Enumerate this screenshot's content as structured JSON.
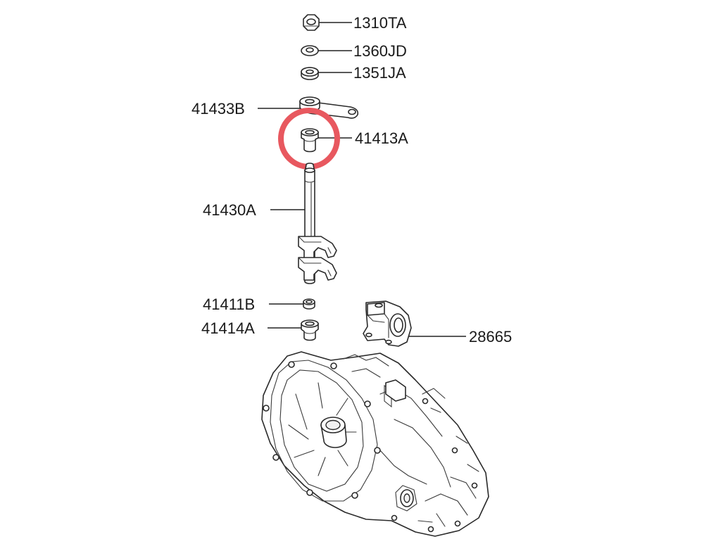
{
  "diagram": {
    "highlight_color": "#e8585f",
    "highlighted_part": "41413A",
    "labels": {
      "p1310TA": "1310TA",
      "p1360JD": "1360JD",
      "p1351JA": "1351JA",
      "p41433B": "41433B",
      "p41413A": "41413A",
      "p41430A": "41430A",
      "p41411B": "41411B",
      "p41414A": "41414A",
      "p28665": "28665"
    }
  }
}
